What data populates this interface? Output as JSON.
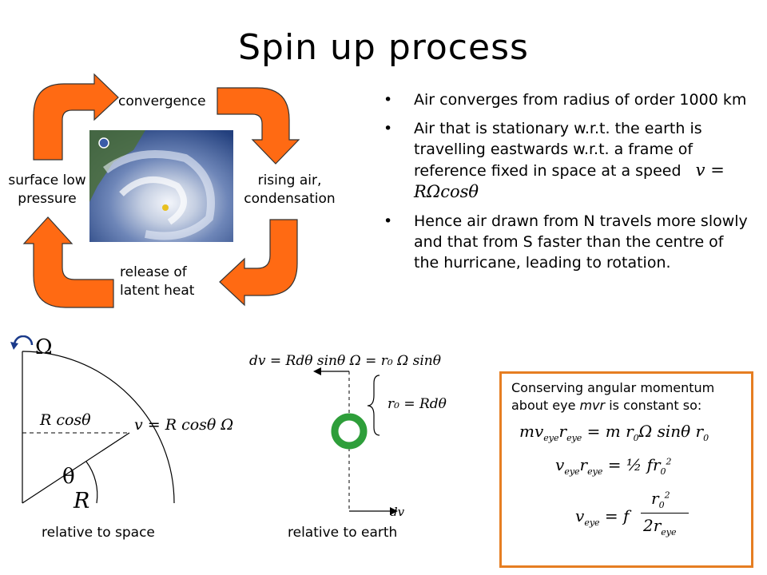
{
  "title": "Spin up process",
  "colors": {
    "arrow_fill": "#ff6a13",
    "box_border": "#e67e22"
  },
  "cycle": {
    "convergence": "convergence",
    "rising_line1": "rising air,",
    "rising_line2": "condensation",
    "release_line1": "release of",
    "release_line2": "latent heat",
    "surface_line1": "surface low",
    "surface_line2": "pressure"
  },
  "bullets": [
    "Air converges from radius of order 1000 km",
    "Air that is stationary w.r.t. the earth is travelling eastwards w.r.t. a frame of reference fixed in space at a speed",
    "Hence air drawn from N travels more slowly and that from S faster than the centre of the hurricane, leading to rotation."
  ],
  "speed_formula": "v = RΩcosθ",
  "diagram_space": {
    "omega": "Ω",
    "rcos": "R cosθ",
    "v_formula": "v = R cosθ Ω",
    "theta": "θ",
    "r": "R",
    "caption": "relative to space"
  },
  "diagram_earth": {
    "dv_formula": "dv = Rdθ sinθ Ω = r₀ Ω sinθ",
    "r0_formula": "r₀ = Rdθ",
    "dv_label": "dv",
    "caption": "relative to earth"
  },
  "momentum": {
    "text_line1": "Conserving angular momentum",
    "text_line2_pre": "about eye ",
    "text_line2_em": "mvr",
    "text_line2_post": " is constant so:"
  }
}
